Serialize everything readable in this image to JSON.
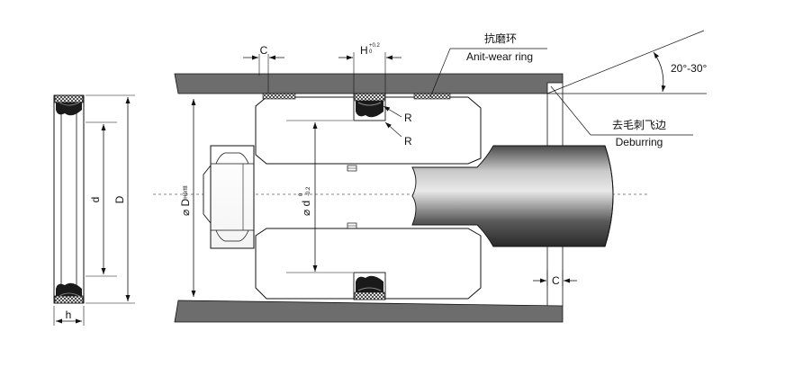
{
  "labels": {
    "c_top": "C",
    "h_top": "H",
    "h_tol_upper": "+0.2",
    "h_tol_lower": "0",
    "anti_wear_cn": "抗磨环",
    "anti_wear_en": "Anit-wear ring",
    "angle": "20°-30°",
    "deburr_cn": "去毛刺飞边",
    "deburr_en": "Deburring",
    "r1": "R",
    "r2": "R",
    "c_bottom": "C",
    "bore_symbol": "⌀ D",
    "bore_tol": "H9/f8",
    "groove_symbol": "⌀ d",
    "groove_tol_upper": "0",
    "groove_tol_lower": "-0.2",
    "left_d": "d",
    "left_D": "D",
    "left_h": "h"
  },
  "colors": {
    "line": "#111111",
    "cylinder": "#6d6d6d",
    "rod_dark": "#3a3a3a",
    "rod_light": "#d8d8d8",
    "seal_black": "#1a1a1a",
    "seal_grey": "#8a8a8a"
  }
}
